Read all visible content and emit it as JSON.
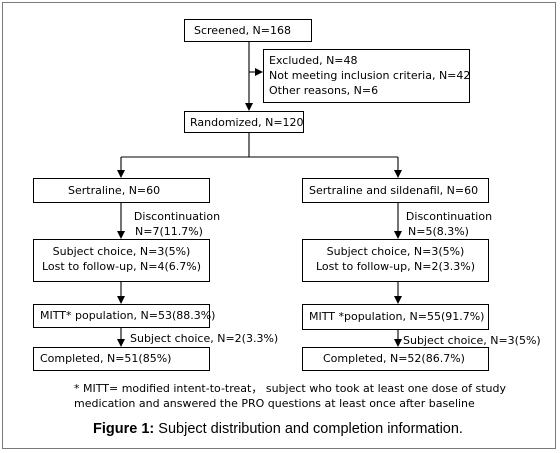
{
  "screened": "Screened, N=168",
  "excluded": {
    "line1": "Excluded, N=48",
    "line2": "Not meeting inclusion criteria, N=42",
    "line3": "Other reasons, N=6"
  },
  "randomized": "Randomized, N=120",
  "left": {
    "arm": "Sertraline, N=60",
    "discontinuation_label": "Discontinuation",
    "discontinuation_value": "N=7(11.7%)",
    "reasons_line1": "Subject choice, N=3(5%)",
    "reasons_line2": "Lost to follow-up, N=4(6.7%)",
    "mitt": "MITT* population, N=53(88.3%)",
    "later_dropout": "Subject choice, N=2(3.3%)",
    "completed": "Completed, N=51(85%)"
  },
  "right": {
    "arm": "Sertraline and sildenafil, N=60",
    "discontinuation_label": "Discontinuation",
    "discontinuation_value": "N=5(8.3%)",
    "reasons_line1": "Subject choice, N=3(5%)",
    "reasons_line2": "Lost to follow-up, N=2(3.3%)",
    "mitt": "MITT *population, N=55(91.7%)",
    "later_dropout": "Subject choice, N=3(5%)",
    "completed": "Completed, N=52(86.7%)"
  },
  "footnote": {
    "line1": "* MITT= modified intent-to-treat，  subject who took at least one dose of study",
    "line2": "medication and answered the PRO questions at least once after baseline"
  },
  "caption": {
    "label": "Figure 1:",
    "text": " Subject distribution and completion information."
  }
}
